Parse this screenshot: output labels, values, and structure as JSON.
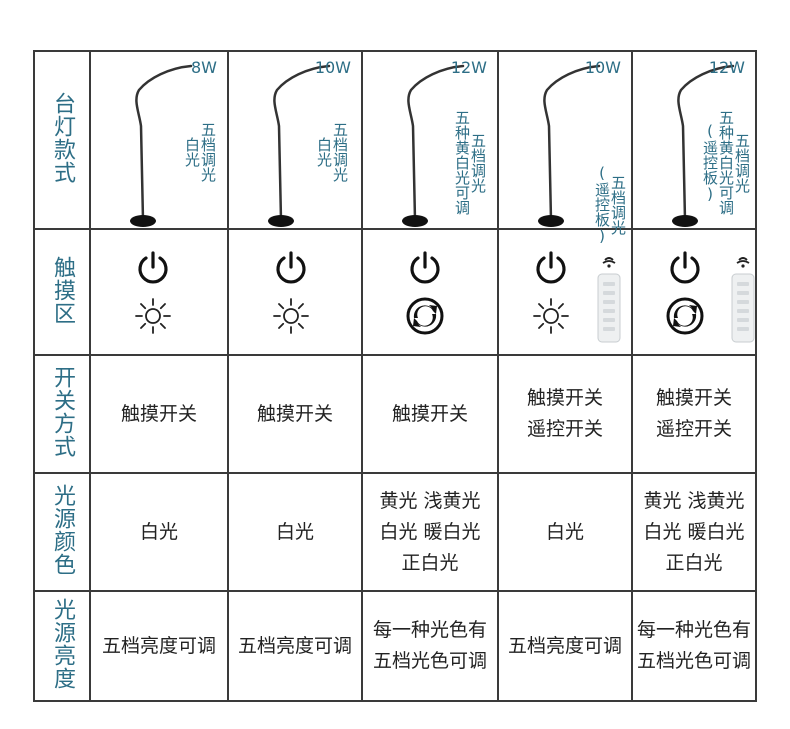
{
  "row_headers": [
    "台灯款式",
    "触摸区",
    "开关方式",
    "光源颜色",
    "光源亮度"
  ],
  "lamps": [
    {
      "watt": "8W",
      "labels": [
        "白光",
        "五档调光"
      ]
    },
    {
      "watt": "10W",
      "labels": [
        "白光",
        "五档调光"
      ]
    },
    {
      "watt": "12W",
      "labels": [
        "五种黄白光可调",
        "五档调光"
      ]
    },
    {
      "watt": "10W",
      "labels": [
        "(遥控板)",
        "五档调光"
      ]
    },
    {
      "watt": "12W",
      "labels": [
        "(遥控板)",
        "五种黄白光可调",
        "五档调光"
      ]
    }
  ],
  "touch": [
    {
      "icons": [
        "power-icon",
        "sun-icon"
      ],
      "remote": false
    },
    {
      "icons": [
        "power-icon",
        "sun-icon"
      ],
      "remote": false
    },
    {
      "icons": [
        "power-icon",
        "cycle-icon"
      ],
      "remote": false
    },
    {
      "icons": [
        "power-icon",
        "sun-icon"
      ],
      "remote": true
    },
    {
      "icons": [
        "power-icon",
        "cycle-icon"
      ],
      "remote": true
    }
  ],
  "switch_mode": [
    [
      "触摸开关"
    ],
    [
      "触摸开关"
    ],
    [
      "触摸开关"
    ],
    [
      "触摸开关",
      "遥控开关"
    ],
    [
      "触摸开关",
      "遥控开关"
    ]
  ],
  "light_color": [
    [
      "白光"
    ],
    [
      "白光"
    ],
    [
      "黄光 浅黄光",
      "白光 暖白光",
      "正白光"
    ],
    [
      "白光"
    ],
    [
      "黄光 浅黄光",
      "白光 暖白光",
      "正白光"
    ]
  ],
  "brightness": [
    [
      "五档亮度可调"
    ],
    [
      "五档亮度可调"
    ],
    [
      "每一种光色有",
      "五档光色可调"
    ],
    [
      "五档亮度可调"
    ],
    [
      "每一种光色有",
      "五档光色可调"
    ]
  ],
  "colors": {
    "accent": "#2d6e86",
    "border": "#3a3a3a",
    "text": "#222222"
  }
}
